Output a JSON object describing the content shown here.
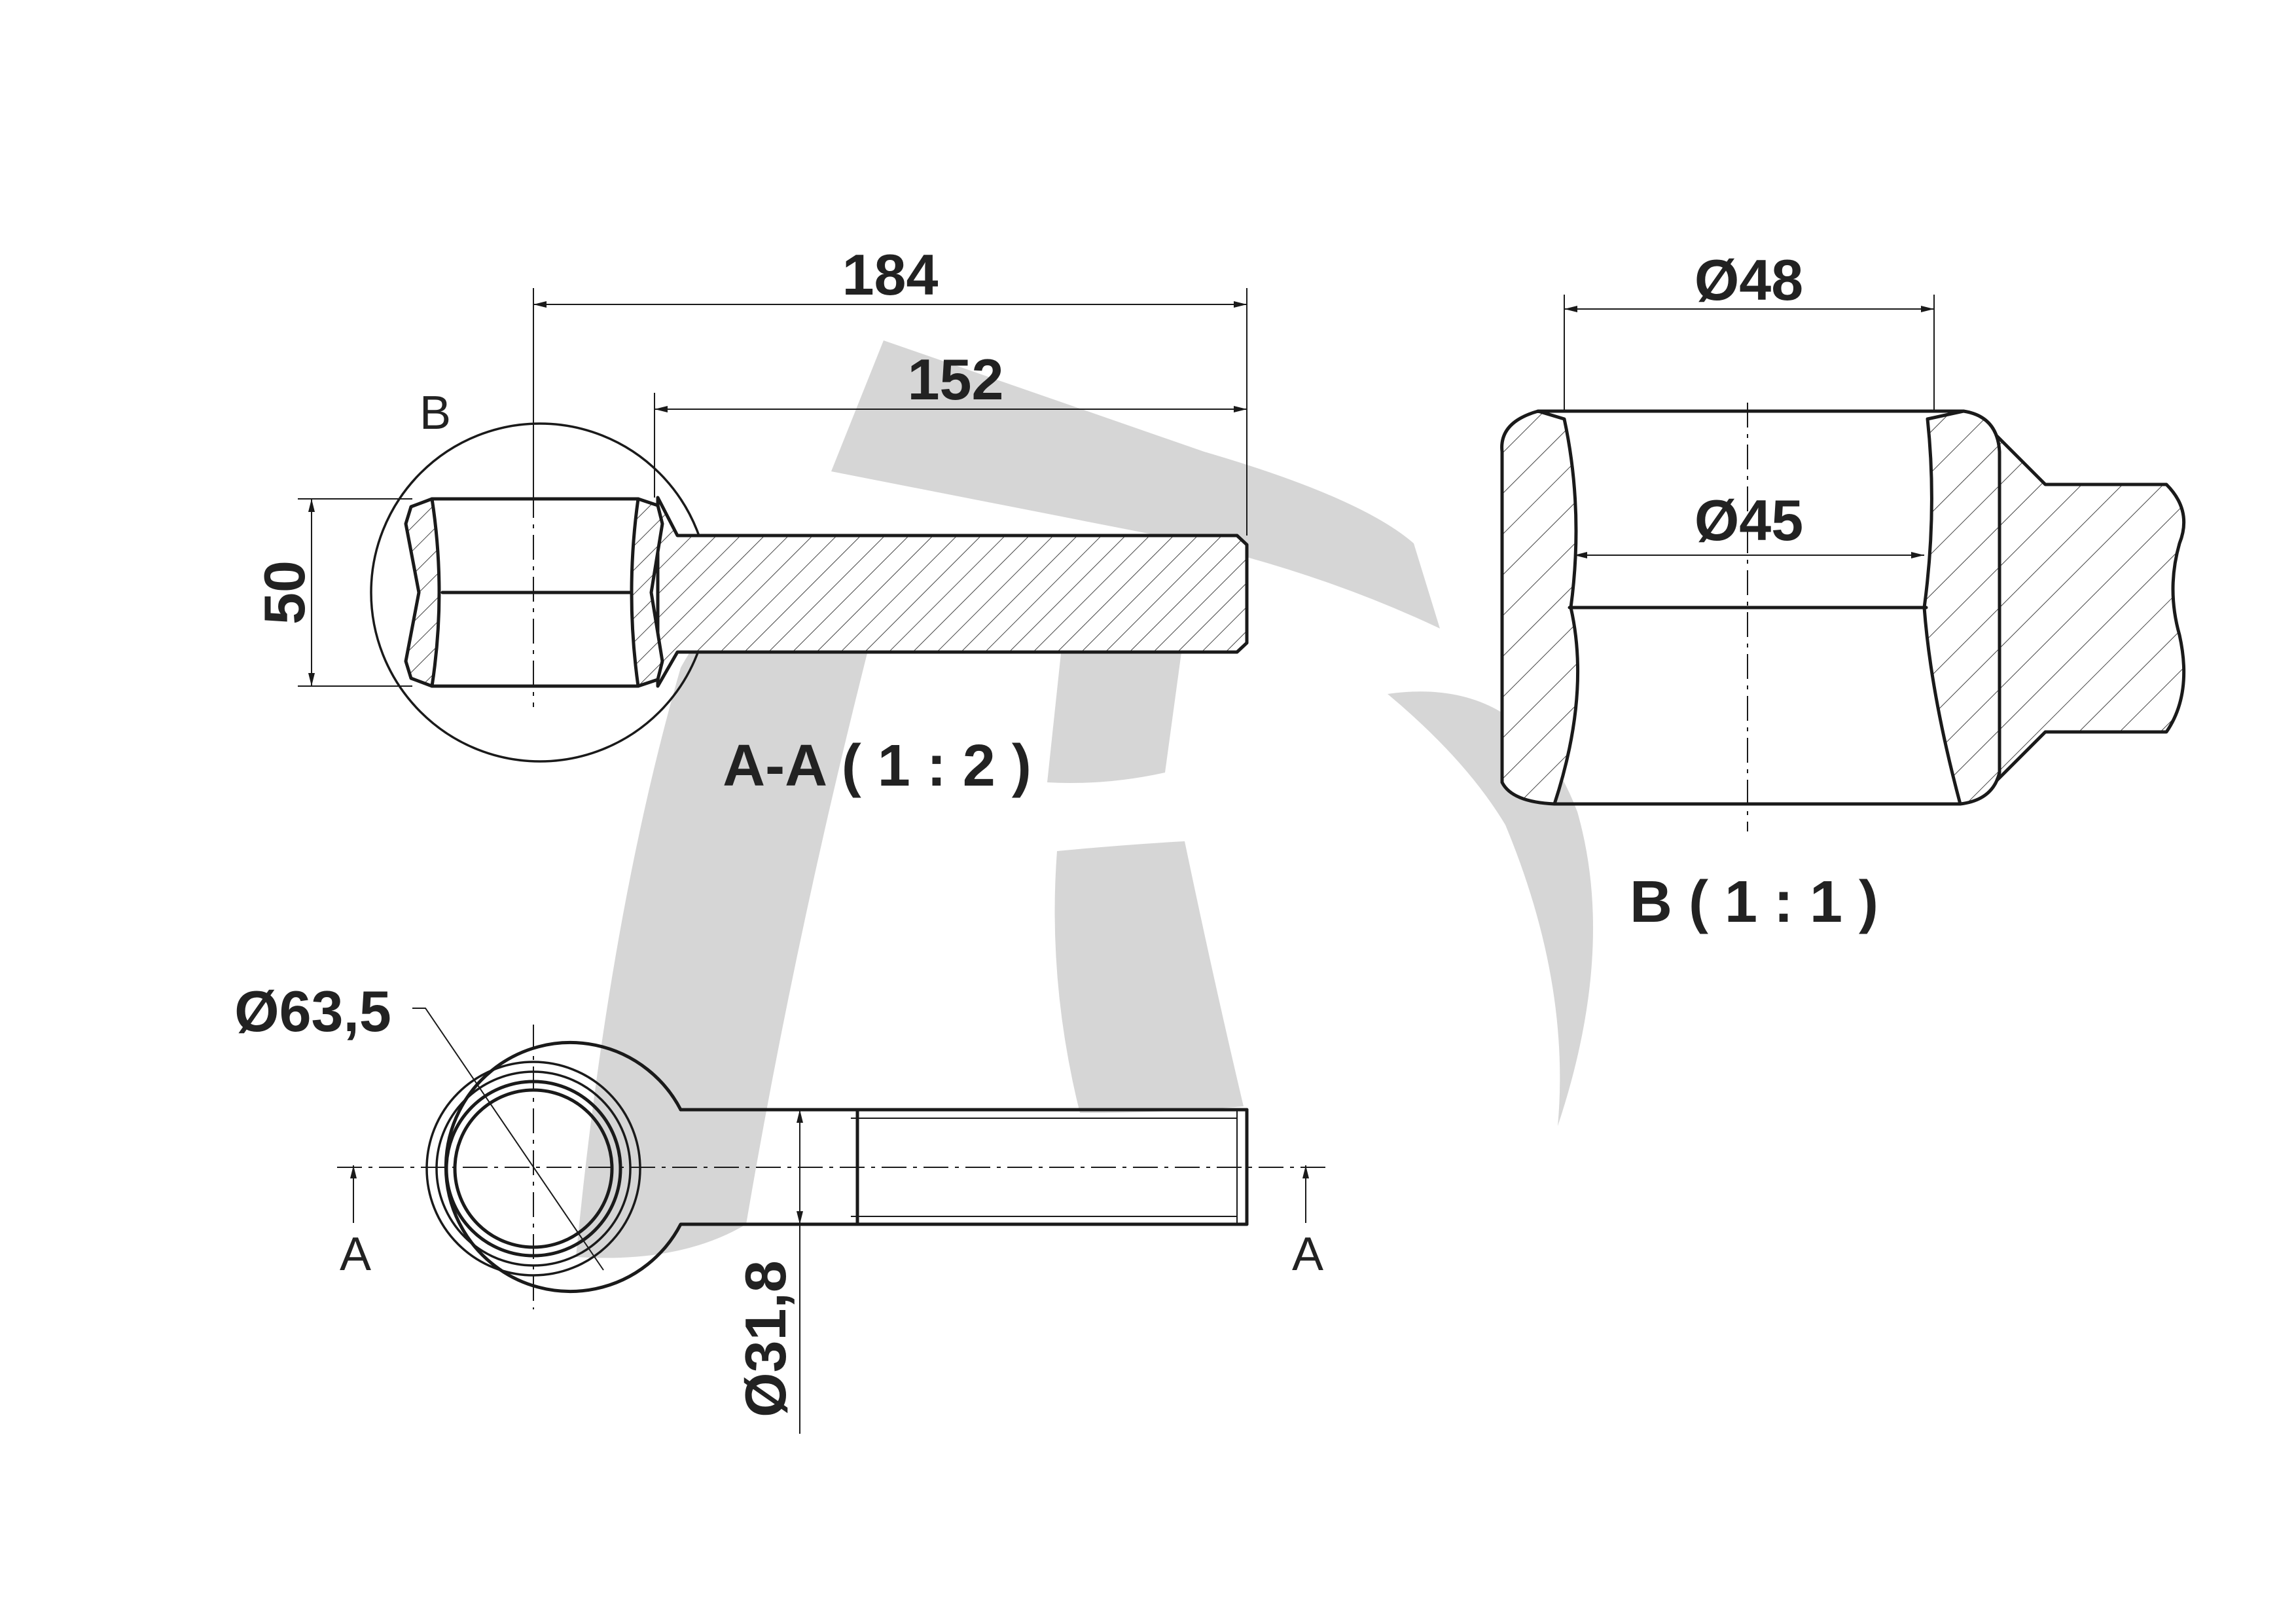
{
  "drawing": {
    "dimensions": {
      "overall_length": "184",
      "shank_length": "152",
      "eye_width": "50",
      "bore_outer_diameter": "Ø48",
      "bore_inner_diameter": "Ø45",
      "eye_outer_diameter": "Ø63,5",
      "shank_diameter": "Ø31,8"
    },
    "labels": {
      "detail_marker": "B",
      "section_left": "A",
      "section_right": "A"
    },
    "views": {
      "section_title": "A-A ( 1 : 2 )",
      "detail_title": "B ( 1 : 1 )"
    },
    "colors": {
      "line": "#1a1a1a",
      "watermark": "#d4d4d4",
      "background": "#ffffff"
    }
  }
}
